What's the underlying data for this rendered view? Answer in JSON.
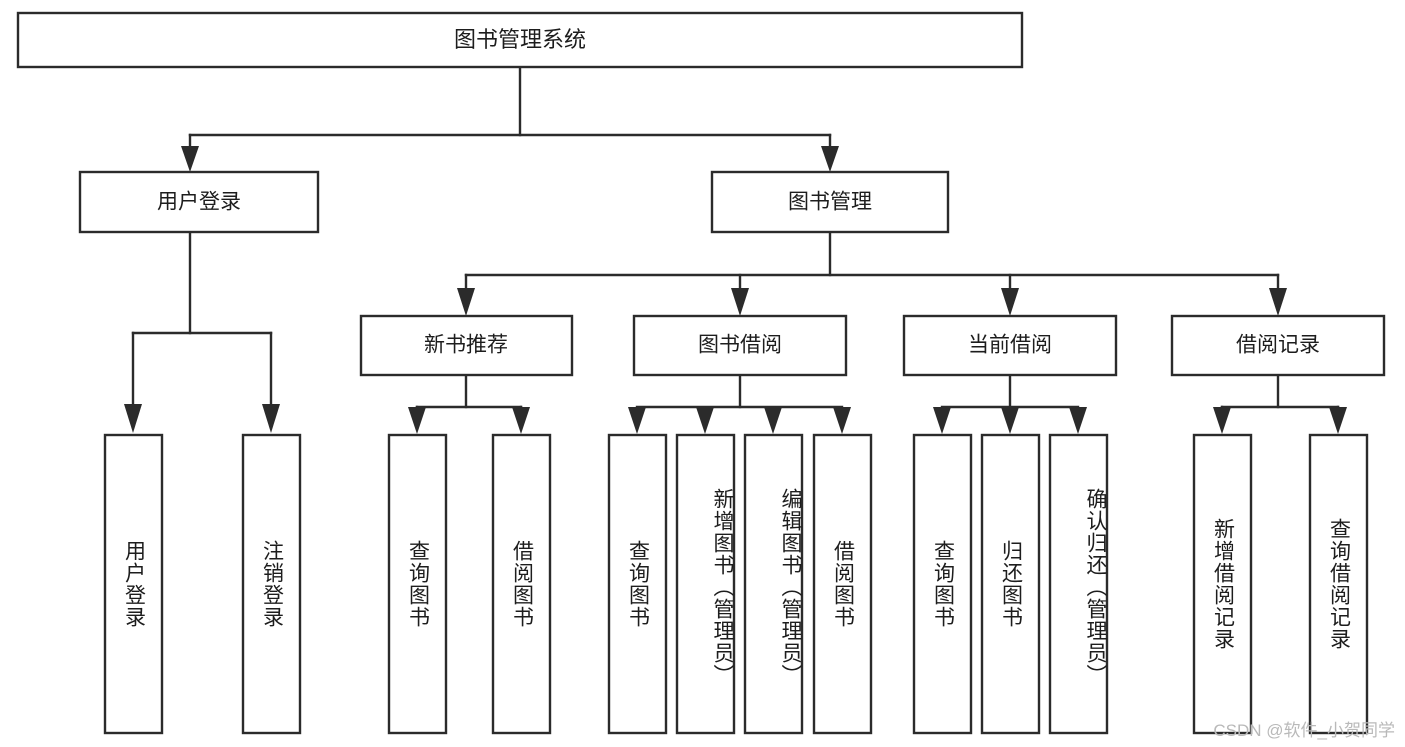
{
  "diagram": {
    "type": "tree-hierarchy",
    "title": "图书管理系统",
    "orientation": "top-down",
    "colors": {
      "stroke": "#2b2b2b",
      "fill": "#ffffff",
      "text": "#1d1d1d",
      "watermark": "#b9b9b9",
      "background": "#ffffff"
    },
    "levels": {
      "root": {
        "label": "图书管理系统"
      },
      "level2": [
        {
          "label": "用户登录"
        },
        {
          "label": "图书管理"
        }
      ],
      "level3": [
        {
          "label": "新书推荐"
        },
        {
          "label": "图书借阅"
        },
        {
          "label": "当前借阅"
        },
        {
          "label": "借阅记录"
        }
      ],
      "leaves": {
        "user_login": [
          {
            "label": "用户登录"
          },
          {
            "label": "注销登录"
          }
        ],
        "new_book_recommend": [
          {
            "label": "查询图书"
          },
          {
            "label": "借阅图书"
          }
        ],
        "book_borrow": [
          {
            "label": "查询图书"
          },
          {
            "label": "新增图书（管理员）"
          },
          {
            "label": "编辑图书（管理员）"
          },
          {
            "label": "借阅图书"
          }
        ],
        "current_borrow": [
          {
            "label": "查询图书"
          },
          {
            "label": "归还图书"
          },
          {
            "label": "确认归还（管理员）"
          }
        ],
        "borrow_record": [
          {
            "label": "新增借阅记录"
          },
          {
            "label": "查询借阅记录"
          }
        ]
      }
    },
    "watermark": "CSDN @软件_小贺同学"
  }
}
